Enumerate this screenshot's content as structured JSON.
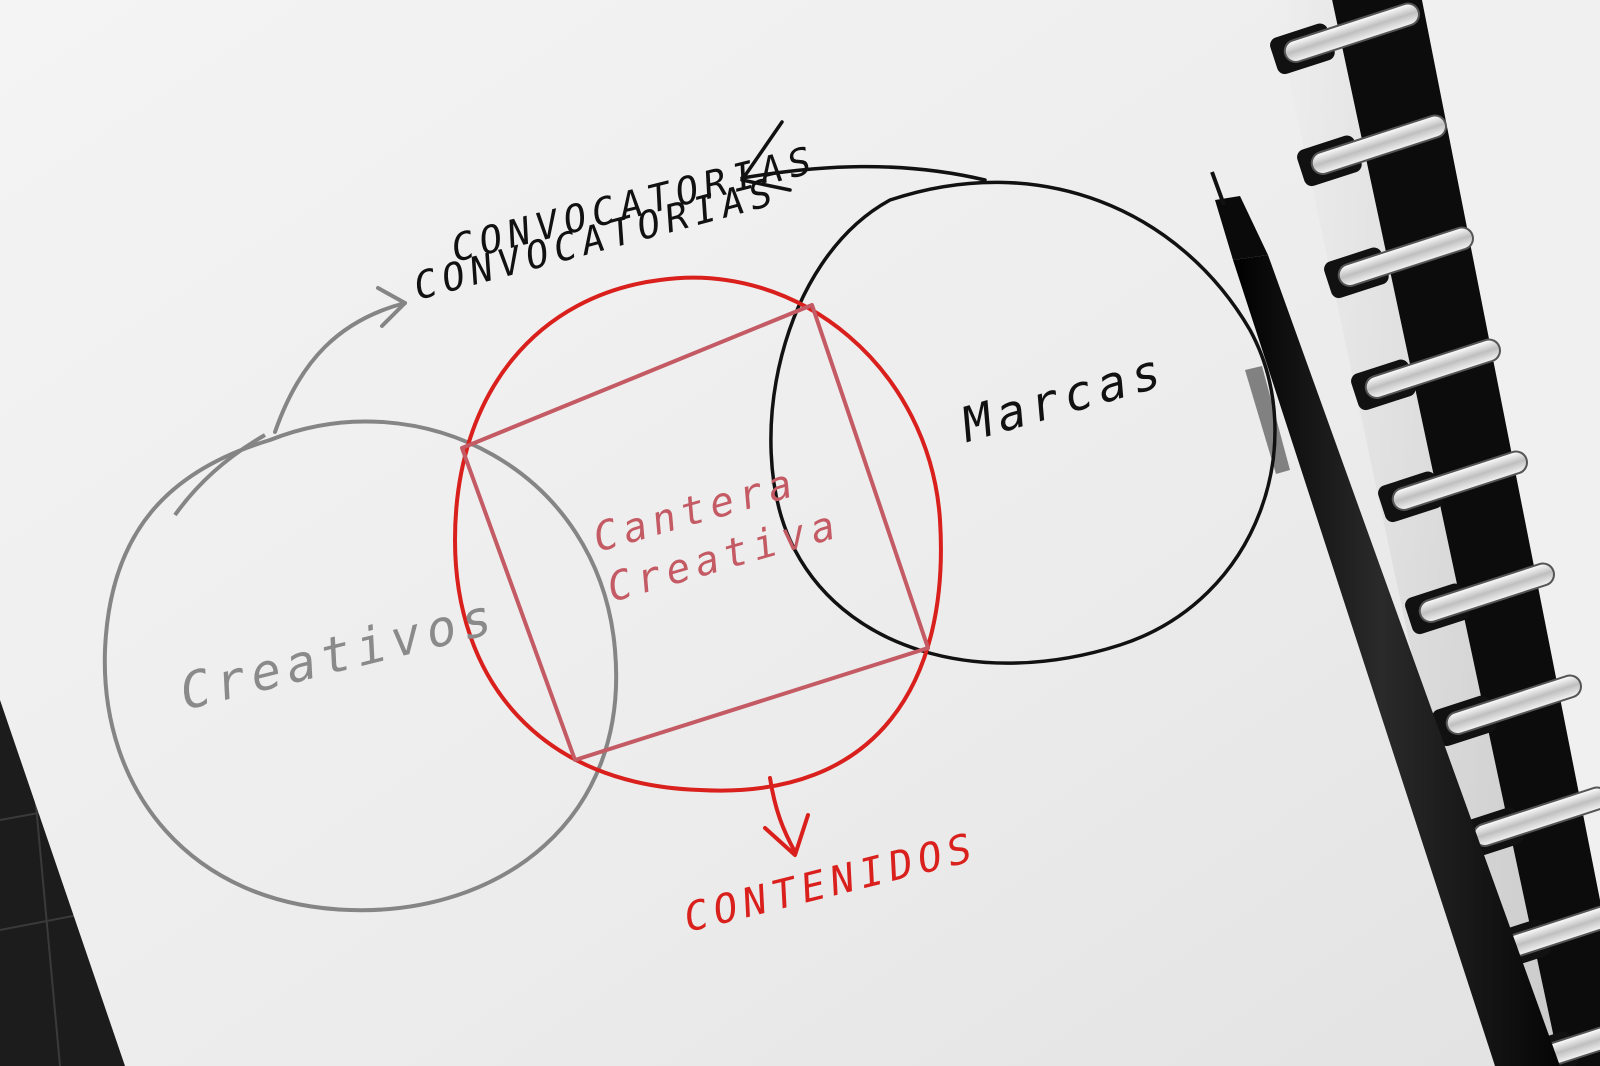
{
  "diagram": {
    "top_label": "CONVOCATORIAS",
    "middle_label": "CONVOCATORIAS",
    "left_circle_label": "Creativos",
    "center_label_line1": "Cantera",
    "center_label_line2": "Creativa",
    "right_circle_label": "Marcas",
    "bottom_label": "CONTENIDOS"
  },
  "colors": {
    "paper": "#ededed",
    "ink_black": "#111111",
    "ink_gray": "#808080",
    "ink_red": "#d9201c",
    "ink_pink": "#c45a63"
  }
}
